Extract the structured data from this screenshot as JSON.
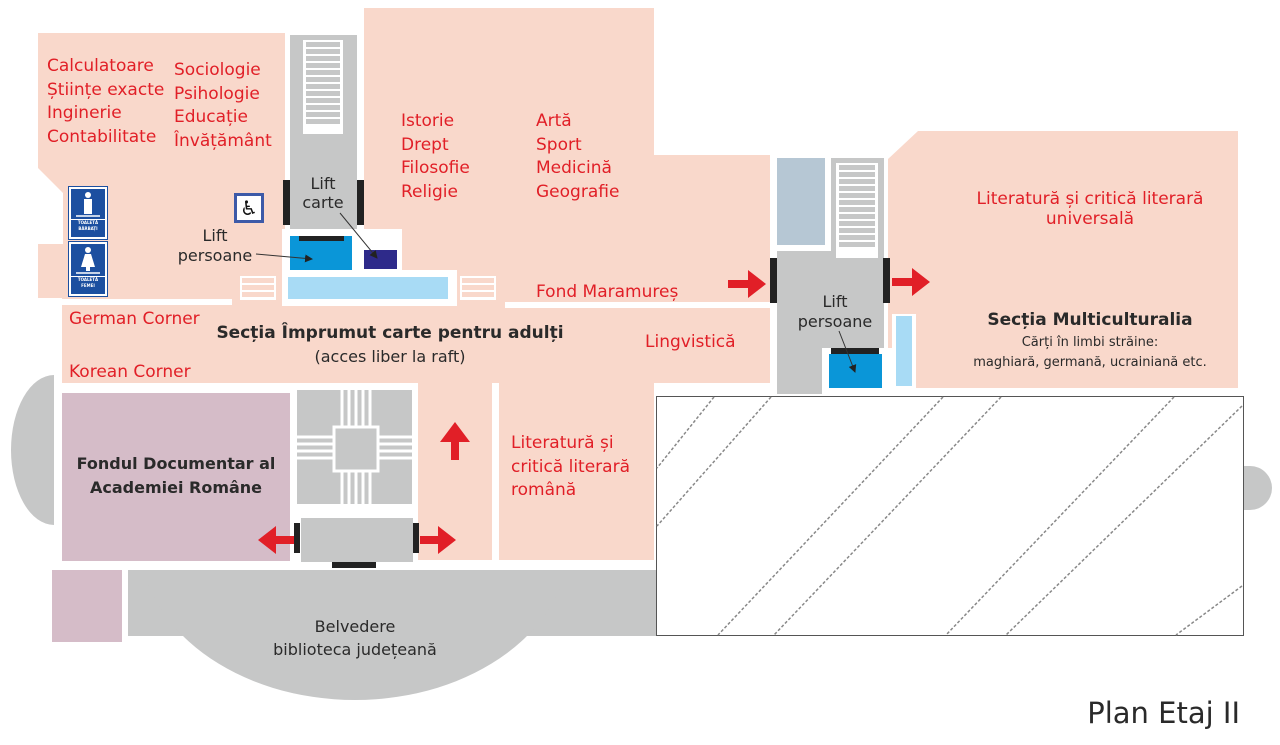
{
  "map": {
    "title": "Plan Etaj II",
    "colors": {
      "room": "#f9d8cb",
      "corridor": "#c6c7c7",
      "academy": "#d5bcc8",
      "label_red": "#e11f27",
      "lift_blue": "#0a96d8",
      "lift_light": "#a8dbf5",
      "book_lift": "#2e2a8a",
      "sign_blue": "#1c4fa0"
    },
    "rooms": {
      "nw_left": [
        "Calculatoare",
        "Științe exacte",
        "Inginerie",
        "Contabilitate"
      ],
      "nw_right": [
        "Sociologie",
        "Psihologie",
        "Educație",
        "Învățământ"
      ],
      "center_left": [
        "Istorie",
        "Drept",
        "Filosofie",
        "Religie"
      ],
      "center_right": [
        "Artă",
        "Sport",
        "Medicină",
        "Geografie"
      ],
      "fond_maramures": "Fond Maramureș",
      "german_corner": "German Corner",
      "korean_corner": "Korean Corner",
      "lingvistica": "Lingvistică",
      "romanian_lit": [
        "Literatură și",
        "critică literară",
        "română"
      ],
      "universal_lit": [
        "Literatură și critică literară",
        "universală"
      ],
      "academy": [
        "Fondul Documentar al",
        "Academiei Române"
      ],
      "belvedere": [
        "Belvedere",
        "biblioteca județeană"
      ]
    },
    "sections": {
      "adult_lending_title": "Secția Împrumut carte pentru adulți",
      "adult_lending_sub": "(acces liber la raft)",
      "multicultural_title": "Secția Multiculturalia",
      "multicultural_sub1": "Cărți în limbi străine:",
      "multicultural_sub2": "maghiară, germană, ucrainiană etc."
    },
    "lifts": {
      "book_lift": [
        "Lift",
        "carte"
      ],
      "person_lift_left": [
        "Lift",
        "persoane"
      ],
      "person_lift_right": [
        "Lift",
        "persoane"
      ]
    },
    "signs": {
      "toilet_men": [
        "TOALETĂ",
        "BĂRBAȚI"
      ],
      "toilet_women": [
        "TOALETĂ",
        "FEMEI"
      ],
      "accessibility": "wheelchair-icon"
    }
  }
}
